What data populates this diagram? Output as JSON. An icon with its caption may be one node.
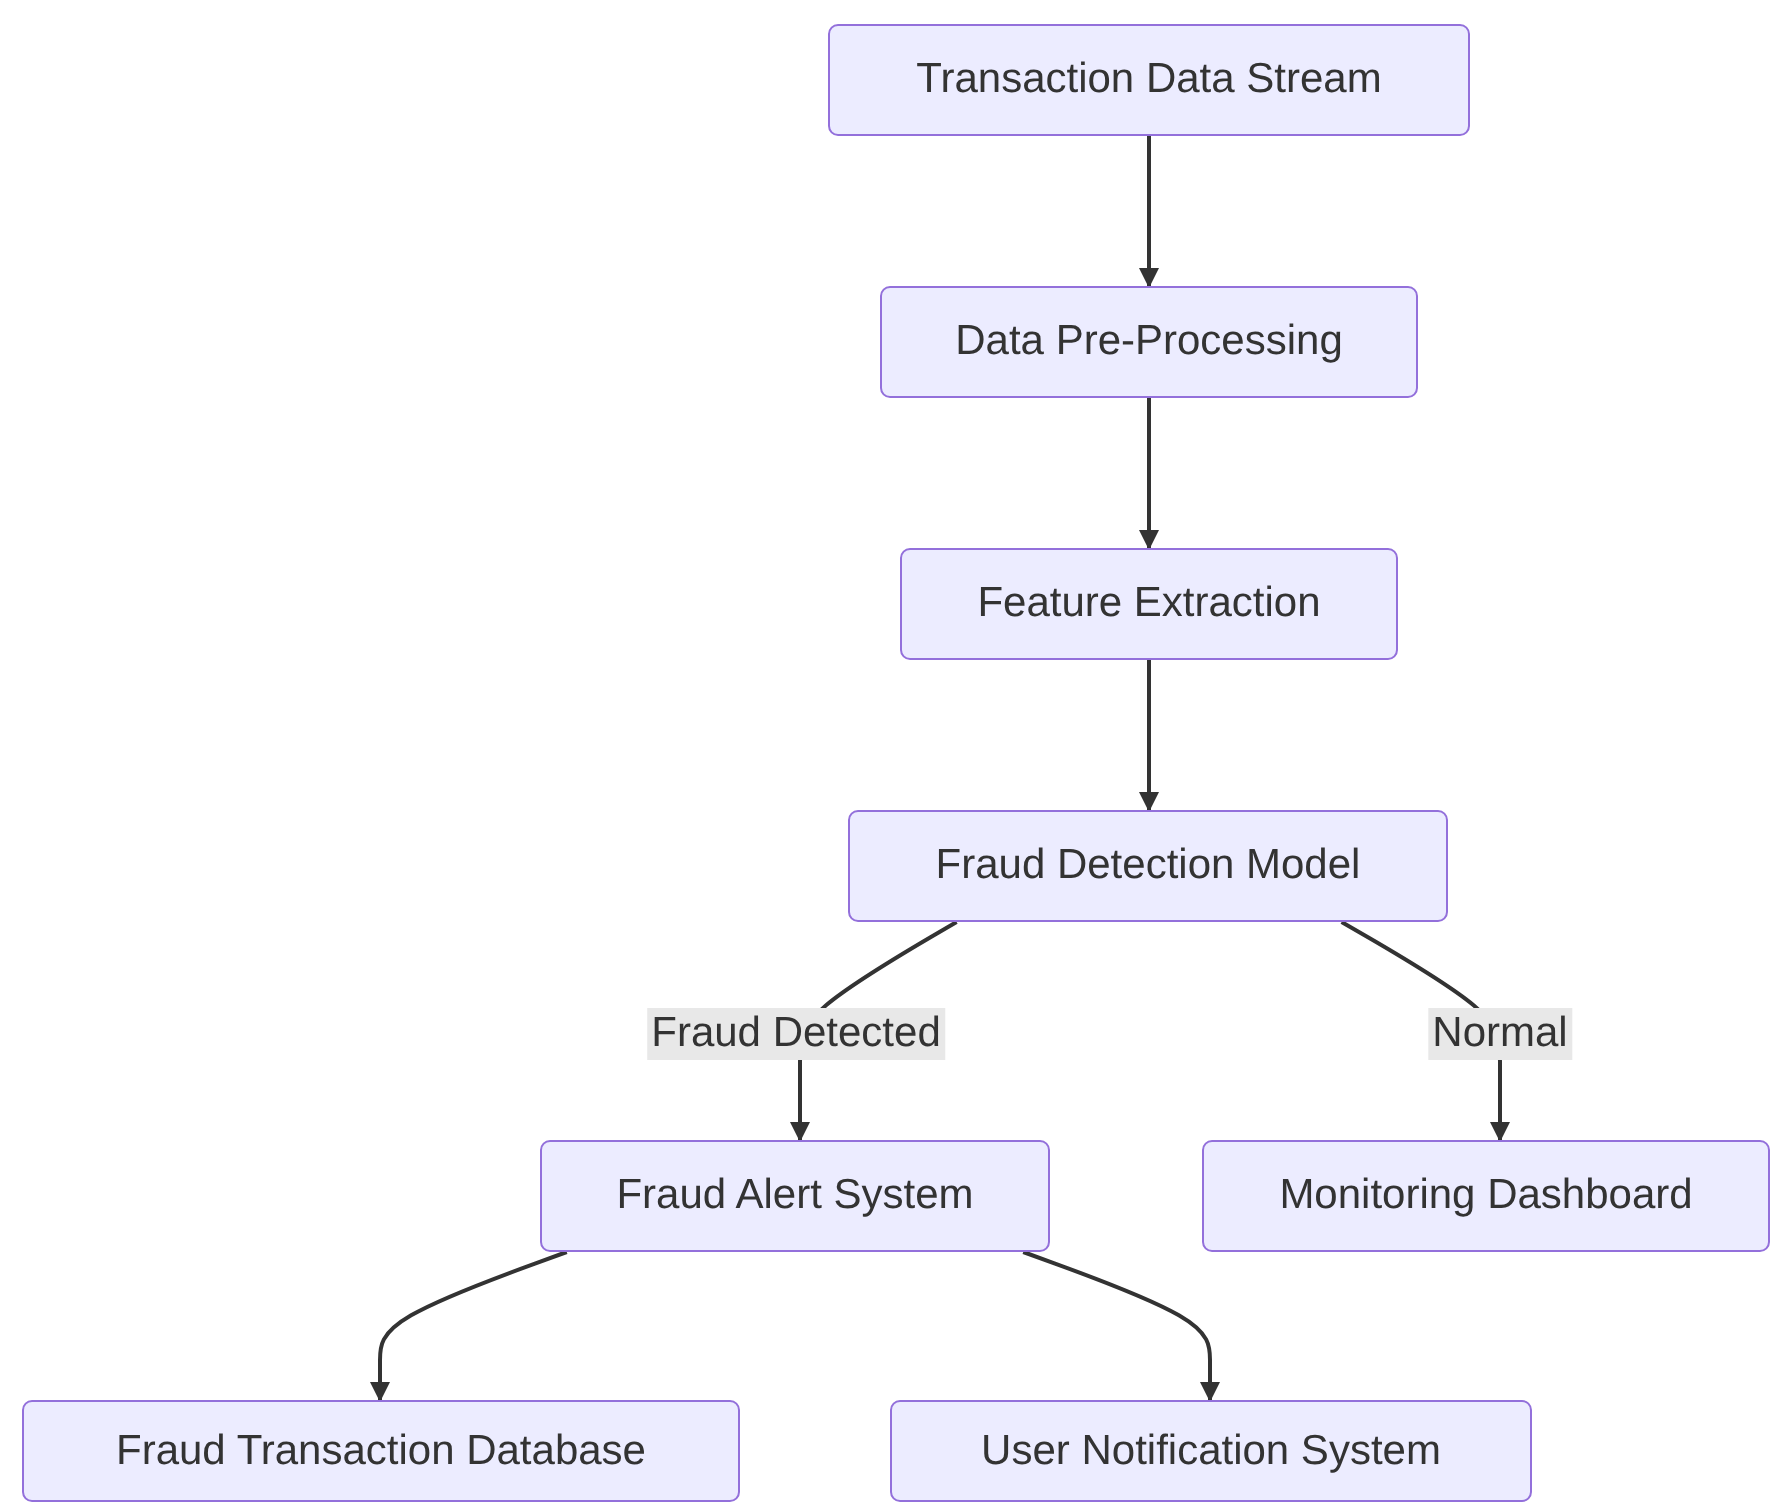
{
  "diagram": {
    "nodes": [
      {
        "text": [
          "Transaction Data Stream"
        ]
      },
      {
        "text": [
          "Data Pre-Processing"
        ]
      },
      {
        "text": [
          "Feature Extraction"
        ]
      },
      {
        "text": [
          "Fraud Detection Model"
        ]
      },
      {
        "text": [
          "Fraud Alert System"
        ]
      },
      {
        "text": [
          "Monitoring Dashboard"
        ]
      },
      {
        "text": [
          "Fraud Transaction Database"
        ]
      },
      {
        "text": [
          "User Notification System"
        ]
      }
    ],
    "edges": [
      {
        "from": 0,
        "to": 1,
        "arrow": "to"
      },
      {
        "from": 1,
        "to": 2,
        "arrow": "to"
      },
      {
        "from": 2,
        "to": 3,
        "arrow": "to"
      },
      {
        "from": 3,
        "to": 4,
        "arrow": "to",
        "label": "Fraud Detected"
      },
      {
        "from": 3,
        "to": 5,
        "arrow": "to",
        "label": "Normal"
      },
      {
        "from": 4,
        "to": 6,
        "arrow": "to"
      },
      {
        "from": 4,
        "to": 7,
        "arrow": "to"
      }
    ]
  }
}
